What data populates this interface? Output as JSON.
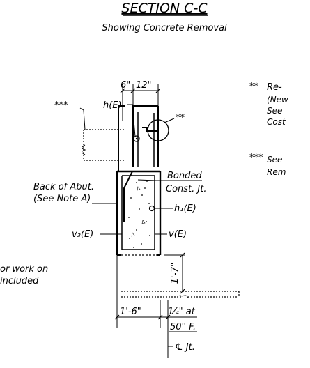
{
  "title": "SECTION C-C",
  "subtitle": "Showing Concrete Removal",
  "dims": {
    "d_6in": "6\"",
    "d_12in": "12\"",
    "d_1_7": "1'-7\"",
    "d_1_6": "1'-6\"",
    "gap": "1⁄₄\" at",
    "gap_temp": "50° F."
  },
  "labels": {
    "stars3": "***",
    "stars2": "**",
    "h_e": "h(E)",
    "h1_e": "h₁(E)",
    "v_e": "v(E)",
    "v3_e": "v₃(E)",
    "bonded": "Bonded",
    "const_jt": "Const. Jt.",
    "back_abut": "Back of Abut.",
    "see_note": "(See Note A)",
    "cl_jt": "℄ Jt."
  },
  "notes": {
    "n2_star": "**",
    "n2_l1": "Re-",
    "n2_l2": "(New",
    "n2_l3": "See",
    "n2_l4": "Cost",
    "n3_star": "***",
    "n3_l1": "See",
    "n3_l2": "Rem",
    "left_l1": "or work on",
    "left_l2": "included"
  }
}
